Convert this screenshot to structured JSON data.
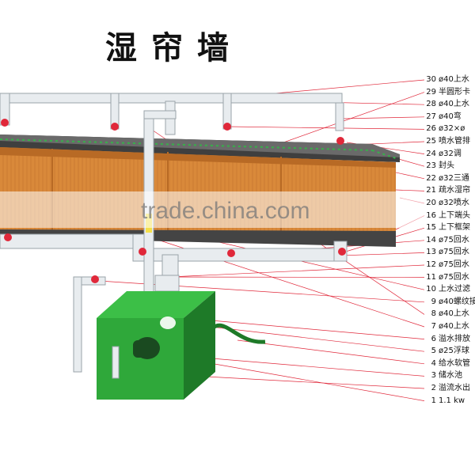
{
  "title": "湿帘墙",
  "watermark": "trade.china.com",
  "colors": {
    "pad": "#d9893a",
    "pad_dark": "#b86a25",
    "frame": "#4a4a4a",
    "pipe": "#e8ecef",
    "pipe_edge": "#9aa3aa",
    "valve": "#e0283a",
    "tank": "#2fa83a",
    "tank_dark": "#1e7a28",
    "leader": "#e0283a"
  },
  "legend": [
    {
      "num": "30",
      "text": "ø40上水"
    },
    {
      "num": "29",
      "text": "半圆形卡"
    },
    {
      "num": "28",
      "text": "ø40上水"
    },
    {
      "num": "27",
      "text": "ø40弯"
    },
    {
      "num": "26",
      "text": "ø32×ø"
    },
    {
      "num": "25",
      "text": "喷水管排"
    },
    {
      "num": "24",
      "text": "ø32调"
    },
    {
      "num": "23",
      "text": "封头"
    },
    {
      "num": "22",
      "text": "ø32三通"
    },
    {
      "num": "21",
      "text": "疏水湿帘"
    },
    {
      "num": "20",
      "text": "ø32喷水"
    },
    {
      "num": "16",
      "text": "上下端头"
    },
    {
      "num": "15",
      "text": "上下框架"
    },
    {
      "num": "14",
      "text": "ø75回水"
    },
    {
      "num": "13",
      "text": "ø75回水"
    },
    {
      "num": "12",
      "text": "ø75回水"
    },
    {
      "num": "11",
      "text": "ø75回水"
    },
    {
      "num": "10",
      "text": "上水过滤"
    },
    {
      "num": "9",
      "text": "ø40螺纹接"
    },
    {
      "num": "8",
      "text": "ø40上水"
    },
    {
      "num": "7",
      "text": "ø40上水"
    },
    {
      "num": "6",
      "text": "溢水排放"
    },
    {
      "num": "5",
      "text": "ø25浮球"
    },
    {
      "num": "4",
      "text": "给水软管"
    },
    {
      "num": "3",
      "text": "储水池"
    },
    {
      "num": "2",
      "text": "溢流水出"
    },
    {
      "num": "1",
      "text": "1.1 kw"
    }
  ]
}
